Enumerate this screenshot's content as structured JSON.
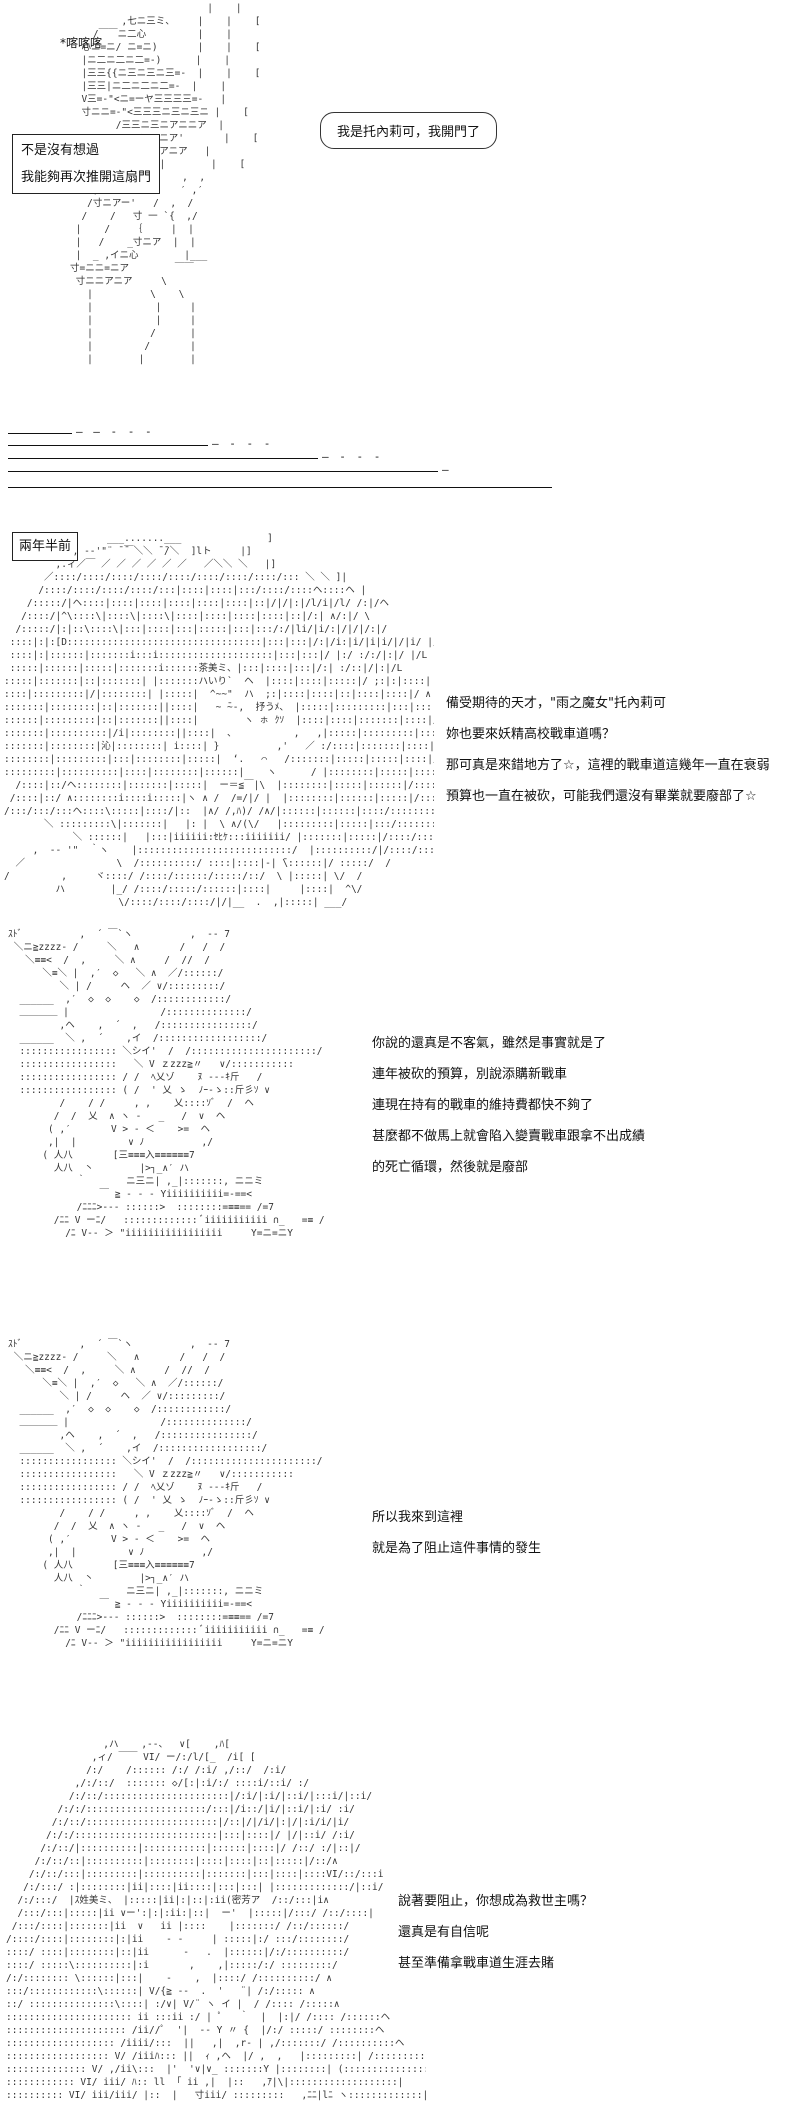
{
  "panel1": {
    "sfx": "*喀喀喀",
    "bubble": "我是托內莉可，我開門了",
    "box_lines": [
      "不是沒有想過",
      "我能夠再次推開這扇門"
    ]
  },
  "panel2": {
    "caption": "兩年半前",
    "lines": [
      "備受期待的天才，\"雨之魔女\"托內莉可",
      "妳也要來妖精高校戰車道嗎？",
      "那可真是來錯地方了☆，這裡的戰車道這幾年一直在衰弱",
      "預算也一直在被砍，可能我們還沒有畢業就要廢部了☆"
    ]
  },
  "panel3": {
    "lines": [
      "你說的還真是不客氣，雖然是事實就是了",
      "連年被砍的預算，別說添購新戰車",
      "連現在持有的戰車的維持費都快不夠了",
      "甚麼都不做馬上就會陷入變賣戰車跟拿不出成績",
      "的死亡循環，然後就是廢部"
    ]
  },
  "panel4": {
    "lines": [
      "所以我來到這裡",
      "就是為了阻止這件事情的發生"
    ]
  },
  "panel5": {
    "lines": [
      "說著要阻止，你想成為救世主嗎？",
      "還真是有自信呢",
      "甚至準備拿戰車道生涯去賭"
    ]
  },
  "divider": {
    "dash_1": "— — - -  -",
    "dash_2": "— - - -",
    "dash_3": "— - - -",
    "dash_4": "—"
  }
}
